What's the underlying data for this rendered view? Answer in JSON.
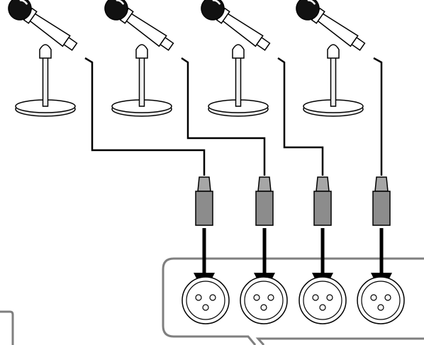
{
  "diagram": {
    "microphones": [
      {
        "id": "mic-1"
      },
      {
        "id": "mic-2"
      },
      {
        "id": "mic-3"
      },
      {
        "id": "mic-4"
      }
    ],
    "xlr_inputs": [
      {
        "id": "input-1"
      },
      {
        "id": "input-2"
      },
      {
        "id": "input-3"
      },
      {
        "id": "input-4"
      }
    ],
    "colors": {
      "mic_head": "#111111",
      "stand_fill": "#f2f2f2",
      "connector_fill": "#8c8c8c",
      "connector_tip": "#a6a6a6",
      "panel_stroke": "#7f7f7f",
      "outline": "#000000"
    }
  }
}
